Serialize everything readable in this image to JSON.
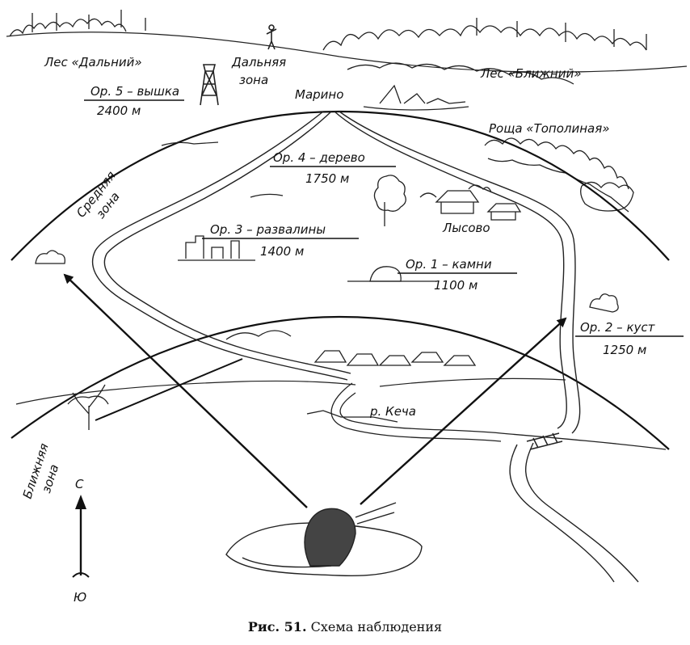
{
  "labels": {
    "forest_far": "Лес «Дальний»",
    "far_zone": "Дальняя\nзона",
    "forest_near": "Лес «Ближний»",
    "marino": "Марино",
    "grove": "Роща «Тополиная»",
    "middle_zone": "Средняя\nзона",
    "near_zone": "Ближняя\nзона",
    "lysovo": "Лысово",
    "river": "р. Кеча",
    "north": "С",
    "south": "Ю"
  },
  "landmarks": [
    {
      "id": "op5",
      "name": "Ор. 5 – вышка",
      "distance": "2400 м"
    },
    {
      "id": "op4",
      "name": "Ор. 4 – дерево",
      "distance": "1750 м"
    },
    {
      "id": "op3",
      "name": "Ор. 3 – развалины",
      "distance": "1400 м"
    },
    {
      "id": "op1",
      "name": "Ор. 1 – камни",
      "distance": "1100 м"
    },
    {
      "id": "op2",
      "name": "Ор. 2 – куст",
      "distance": "1250 м"
    }
  ],
  "caption": {
    "figure": "Рис. 51.",
    "title": "Схема наблюдения"
  }
}
